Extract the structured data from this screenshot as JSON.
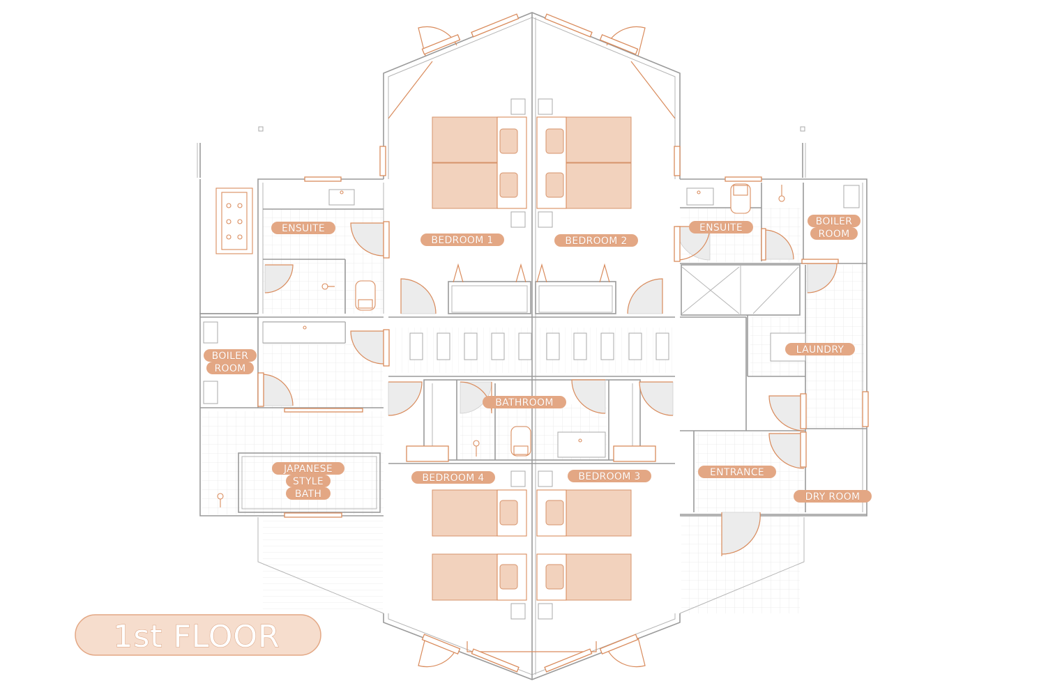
{
  "floor_label": "1st FLOOR",
  "rooms": {
    "ensuite_left": "ENSUITE",
    "ensuite_right": "ENSUITE",
    "bedroom_1": "BEDROOM 1",
    "bedroom_2": "BEDROOM 2",
    "bedroom_3": "BEDROOM 3",
    "bedroom_4": "BEDROOM 4",
    "boiler_left": [
      "BOILER",
      "ROOM"
    ],
    "boiler_right": [
      "BOILER",
      "ROOM"
    ],
    "laundry": "LAUNDRY",
    "bathroom": "BATHROOM",
    "japanese_bath": [
      "JAPANESE",
      "STYLE",
      "BATH"
    ],
    "entrance": "ENTRANCE",
    "dry_room": "DRY ROOM"
  },
  "colors": {
    "accent": "#e3a784",
    "furniture": "#f2d2bd",
    "line": "#d98b5c",
    "wall": "#9a9a9a"
  }
}
